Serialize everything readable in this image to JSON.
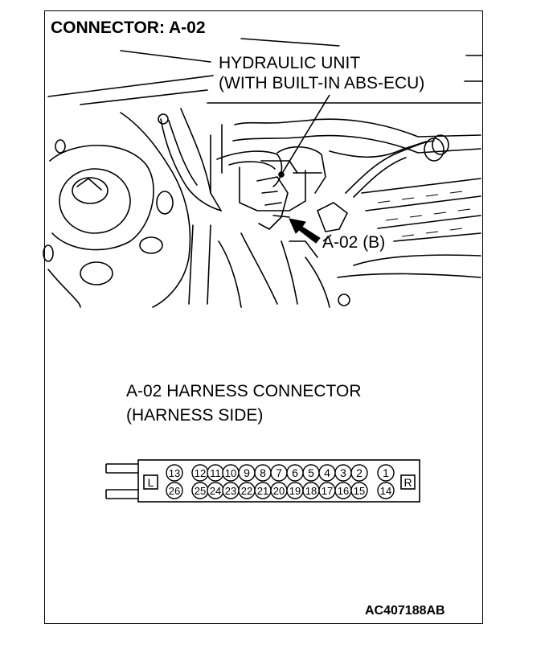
{
  "title": "CONNECTOR: A-02",
  "callout_unit": {
    "line1": "HYDRAULIC UNIT",
    "line2": "(WITH BUILT-IN ABS-ECU)"
  },
  "callout_connector": "A-02 (B)",
  "harness": {
    "line1": "A-02 HARNESS CONNECTOR",
    "line2": "(HARNESS SIDE)"
  },
  "connector_pins": {
    "side_left": "L",
    "side_right": "R",
    "top_row": [
      "13",
      "12",
      "11",
      "10",
      "9",
      "8",
      "7",
      "6",
      "5",
      "4",
      "3",
      "2",
      "1"
    ],
    "bottom_row": [
      "26",
      "25",
      "24",
      "23",
      "22",
      "21",
      "20",
      "19",
      "18",
      "17",
      "16",
      "15",
      "14"
    ]
  },
  "figure_code": "AC407188AB"
}
